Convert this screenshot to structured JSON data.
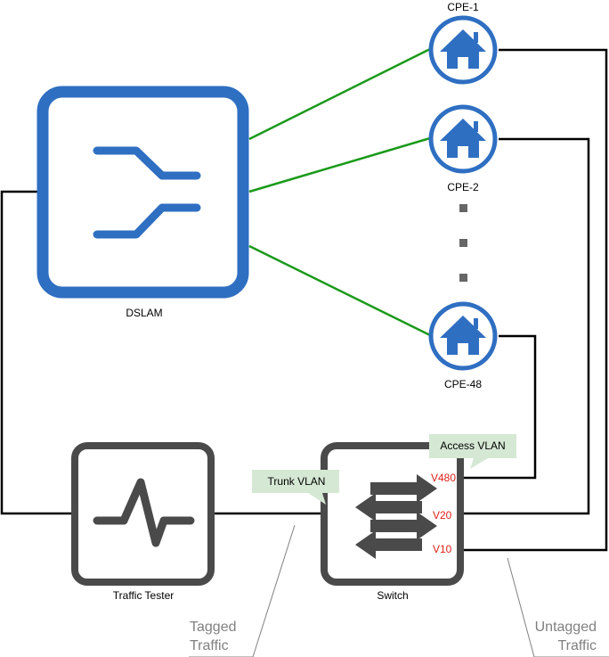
{
  "nodes": {
    "dslam": {
      "label": "DSLAM"
    },
    "traffic_tester": {
      "label": "Traffic Tester"
    },
    "switch": {
      "label": "Switch"
    },
    "cpe1": {
      "label": "CPE-1"
    },
    "cpe2": {
      "label": "CPE-2"
    },
    "cpe48": {
      "label": "CPE-48"
    }
  },
  "ports": {
    "v480": "V480",
    "v20": "V20",
    "v10": "V10"
  },
  "callouts": {
    "trunk": "Trunk VLAN",
    "access": "Access VLAN"
  },
  "annotations": {
    "tagged_line1": "Tagged",
    "tagged_line2": "Traffic",
    "untagged_line1": "Untagged",
    "untagged_line2": "Traffic"
  },
  "colors": {
    "dslam": "#2f6fc2",
    "cpe": "#2f6fc2",
    "device_gray": "#4a4a4a",
    "dsl_link": "#1a9a1a",
    "ethernet_link": "#000000",
    "port_label": "#e0201a",
    "callout_fill": "#d5e8d4",
    "annotation": "#808080"
  },
  "icons": {
    "dslam": "split-arrows-icon",
    "cpe": "home-icon",
    "traffic_tester": "pulse-icon",
    "switch": "switch-arrows-icon"
  }
}
